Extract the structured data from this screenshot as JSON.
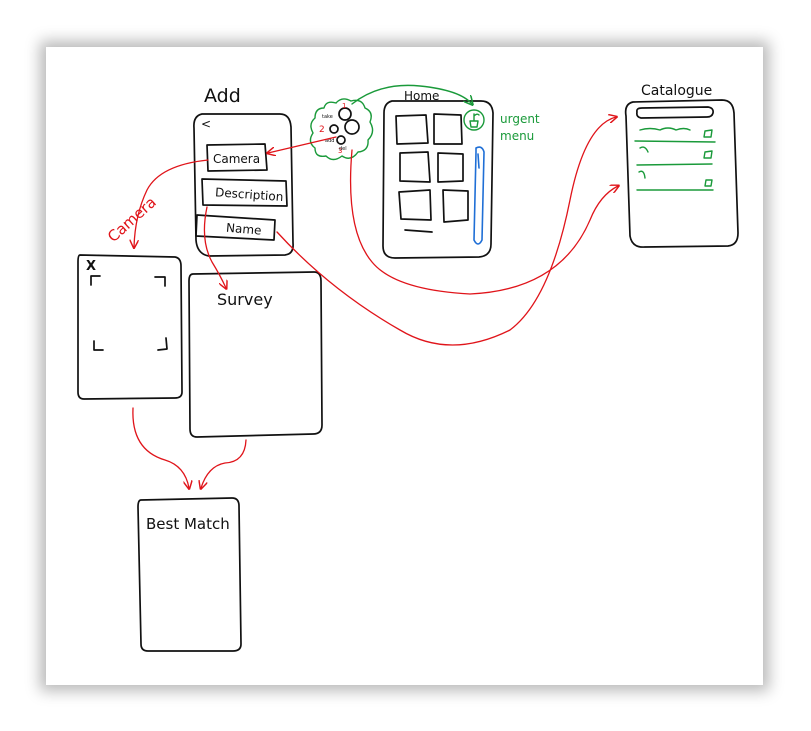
{
  "colors": {
    "ink": "#111111",
    "red": "#e0141a",
    "green": "#1a9a3a",
    "blue": "#1f6fd6"
  },
  "screens": {
    "add": {
      "title": "Add",
      "back_glyph": "<",
      "camera_button": "Camera",
      "description_button": "Description",
      "name_button": "Name"
    },
    "home": {
      "title": "Home",
      "badge_note": "urgent menu"
    },
    "catalogue": {
      "title": "Catalogue"
    },
    "camera_view": {
      "close_glyph": "X"
    },
    "survey": {
      "title": "Survey"
    },
    "best_match": {
      "title": "Best Match"
    }
  },
  "annotations": {
    "camera_arrow_label": "Camera",
    "radial_menu": {
      "label_top": "1",
      "label_left": "2",
      "label_bottom": "3",
      "item_a": "take",
      "item_b": "add",
      "item_c": "del"
    }
  }
}
